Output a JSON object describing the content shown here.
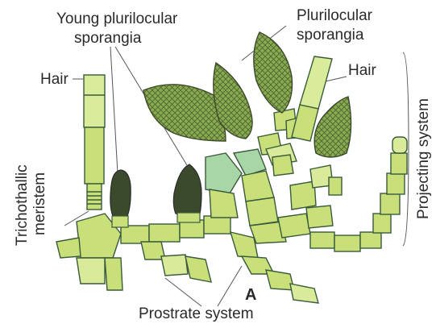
{
  "labels": {
    "young_sporangia_line1": "Young plurilocular",
    "young_sporangia_line2": "sporangia",
    "plurilocular_line1": "Plurilocular",
    "plurilocular_line2": "sporangia",
    "hair_left": "Hair",
    "hair_right": "Hair",
    "trichothallic_line1": "Trichothallic",
    "trichothallic_line2": "meristem",
    "projecting_system": "Projecting system",
    "prostrate_system": "Prostrate system",
    "figure_letter": "A"
  },
  "colors": {
    "cell_fill": "#c9e07a",
    "cell_fill_light": "#d9ea9a",
    "cell_fill_teal": "#a8d6a6",
    "cell_outline": "#3a5a3a",
    "sporangium_mature": "#86a64c",
    "sporangium_young": "#3c4a2c",
    "hair_fill": "#d8ec9c",
    "leader_line": "#555555"
  }
}
